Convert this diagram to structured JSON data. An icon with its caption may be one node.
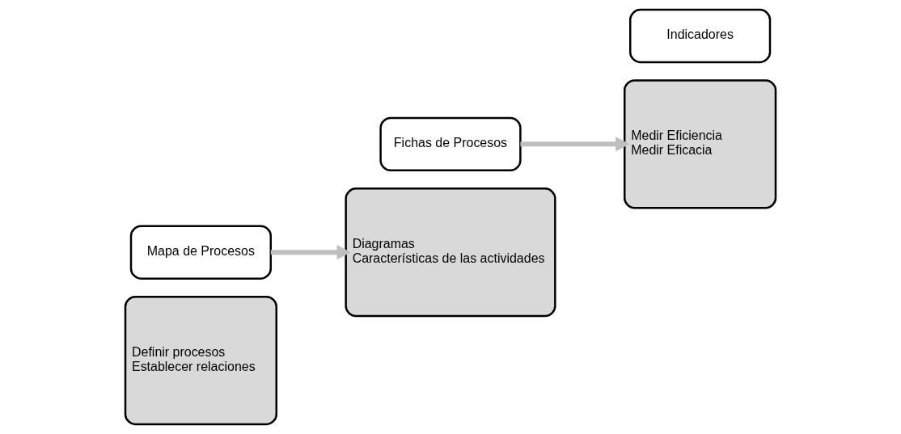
{
  "diagram": {
    "nodes": [
      {
        "text": [
          "Definir procesos",
          "Establecer relaciones"
        ]
      },
      {
        "text": [
          "Mapa de Procesos"
        ]
      },
      {
        "text": [
          "Fichas de Procesos"
        ]
      },
      {
        "text": [
          "Diagramas",
          "Características de las actividades"
        ]
      },
      {
        "text": [
          "Medir Eficiencia",
          "Medir Eficacia"
        ]
      },
      {
        "text": [
          "Indicadores"
        ]
      }
    ],
    "edges": [
      {
        "from": 1,
        "to": 3,
        "arrow": "to"
      },
      {
        "from": 2,
        "to": 4,
        "arrow": "to"
      }
    ]
  }
}
